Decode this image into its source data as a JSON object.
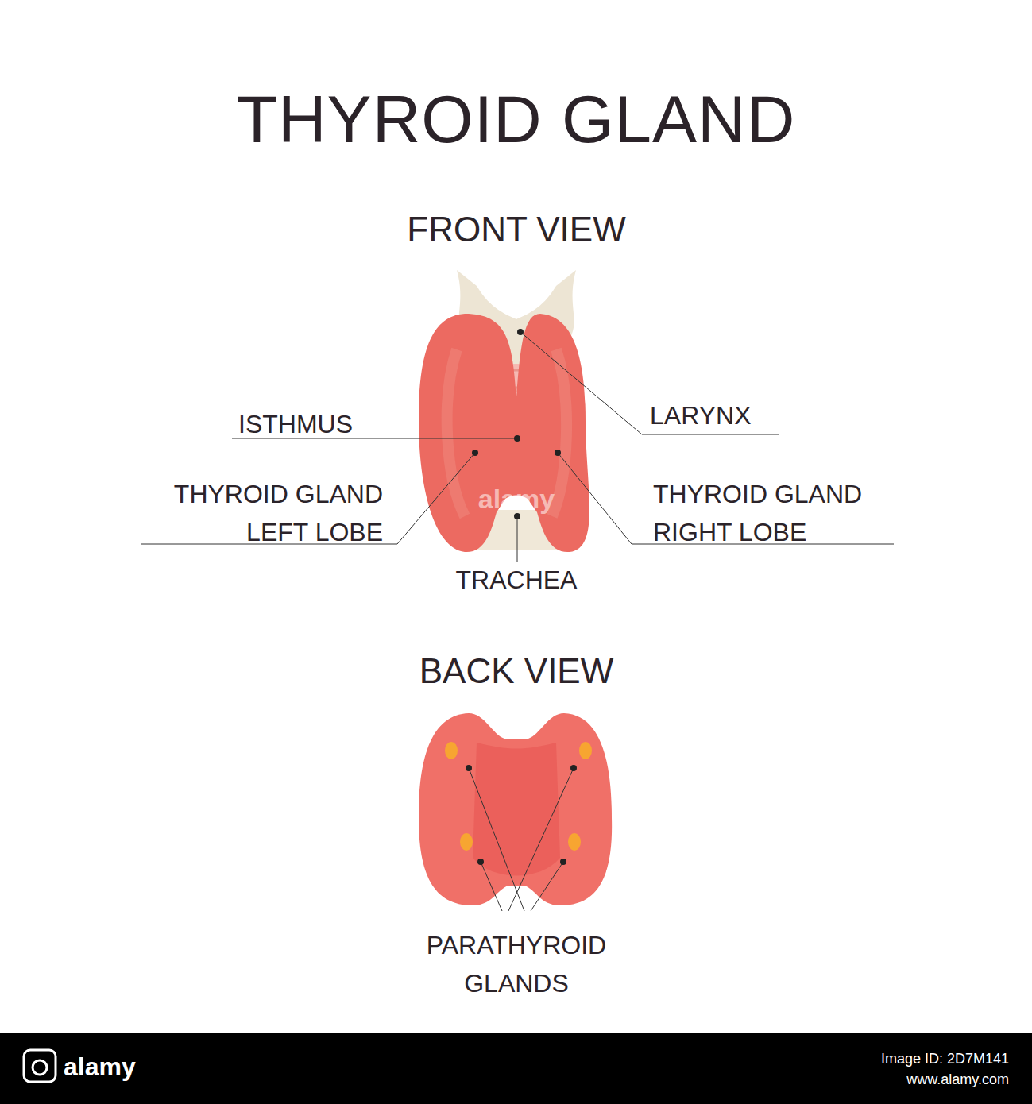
{
  "diagram": {
    "title": "THYROID GLAND",
    "labels": [
      "FRONT VIEW",
      "ISTHMUS",
      "LARYNX",
      "THYROID GLAND LEFT LOBE",
      "THYROID GLAND RIGHT LOBE",
      "TRACHEA",
      "BACK VIEW",
      "PARATHYROID GLANDS",
      "alamy",
      "alamy",
      "Image ID: 2D7M141",
      "www.alamy.com"
    ]
  }
}
